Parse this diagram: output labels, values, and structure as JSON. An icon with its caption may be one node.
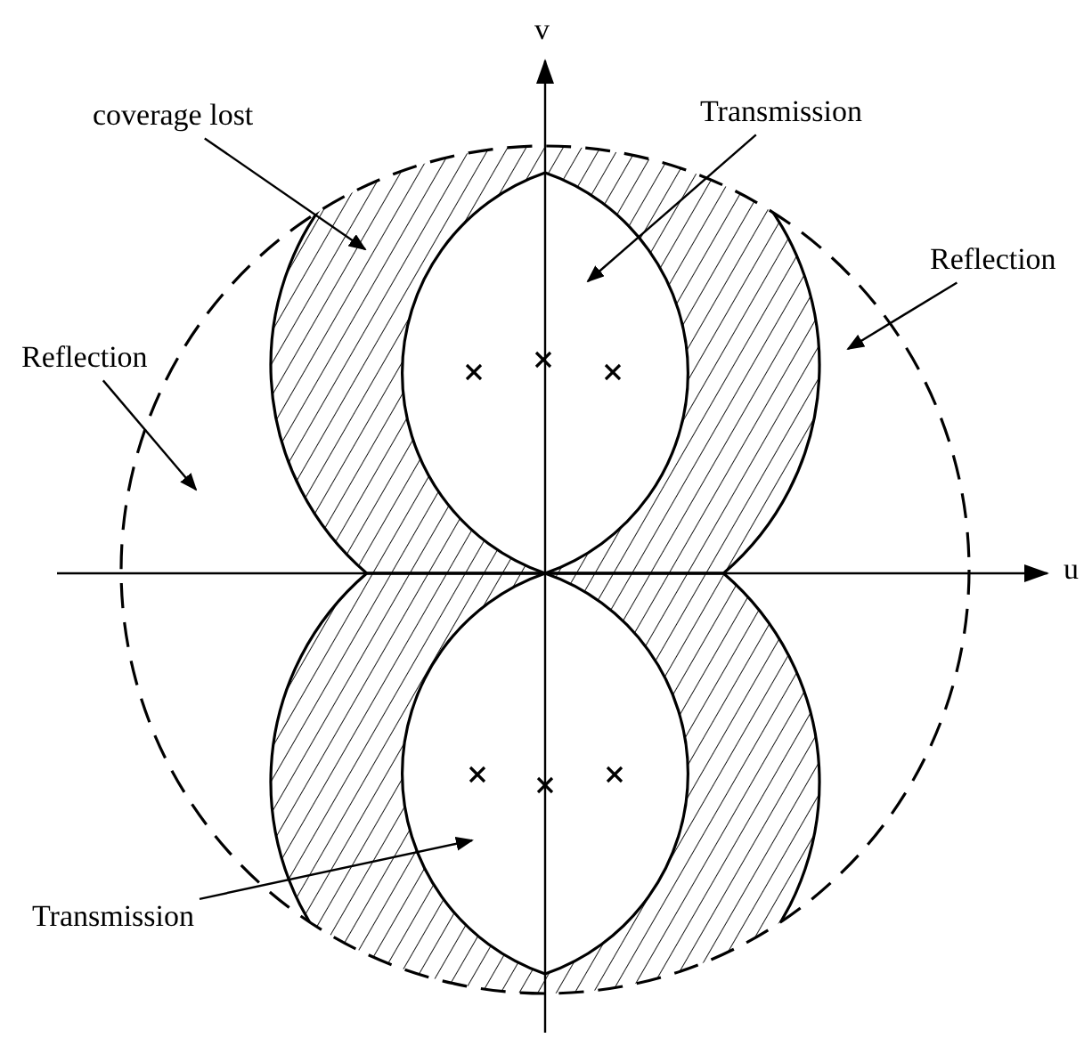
{
  "diagram": {
    "nodes": [
      {
        "text": [
          "coverage lost"
        ]
      },
      {
        "text": [
          "Transmission"
        ]
      },
      {
        "text": [
          "Reflection"
        ]
      },
      {
        "text": [
          "Reflection"
        ]
      },
      {
        "text": [
          "Transmission"
        ]
      }
    ],
    "edges": [
      {
        "from": 0,
        "to": null,
        "arrow": "to"
      },
      {
        "from": 1,
        "to": null,
        "arrow": "to"
      },
      {
        "from": 2,
        "to": null,
        "arrow": "to"
      },
      {
        "from": 3,
        "to": null,
        "arrow": "to"
      },
      {
        "from": 4,
        "to": null,
        "arrow": "to"
      }
    ],
    "labels": [
      "v",
      "u"
    ]
  }
}
